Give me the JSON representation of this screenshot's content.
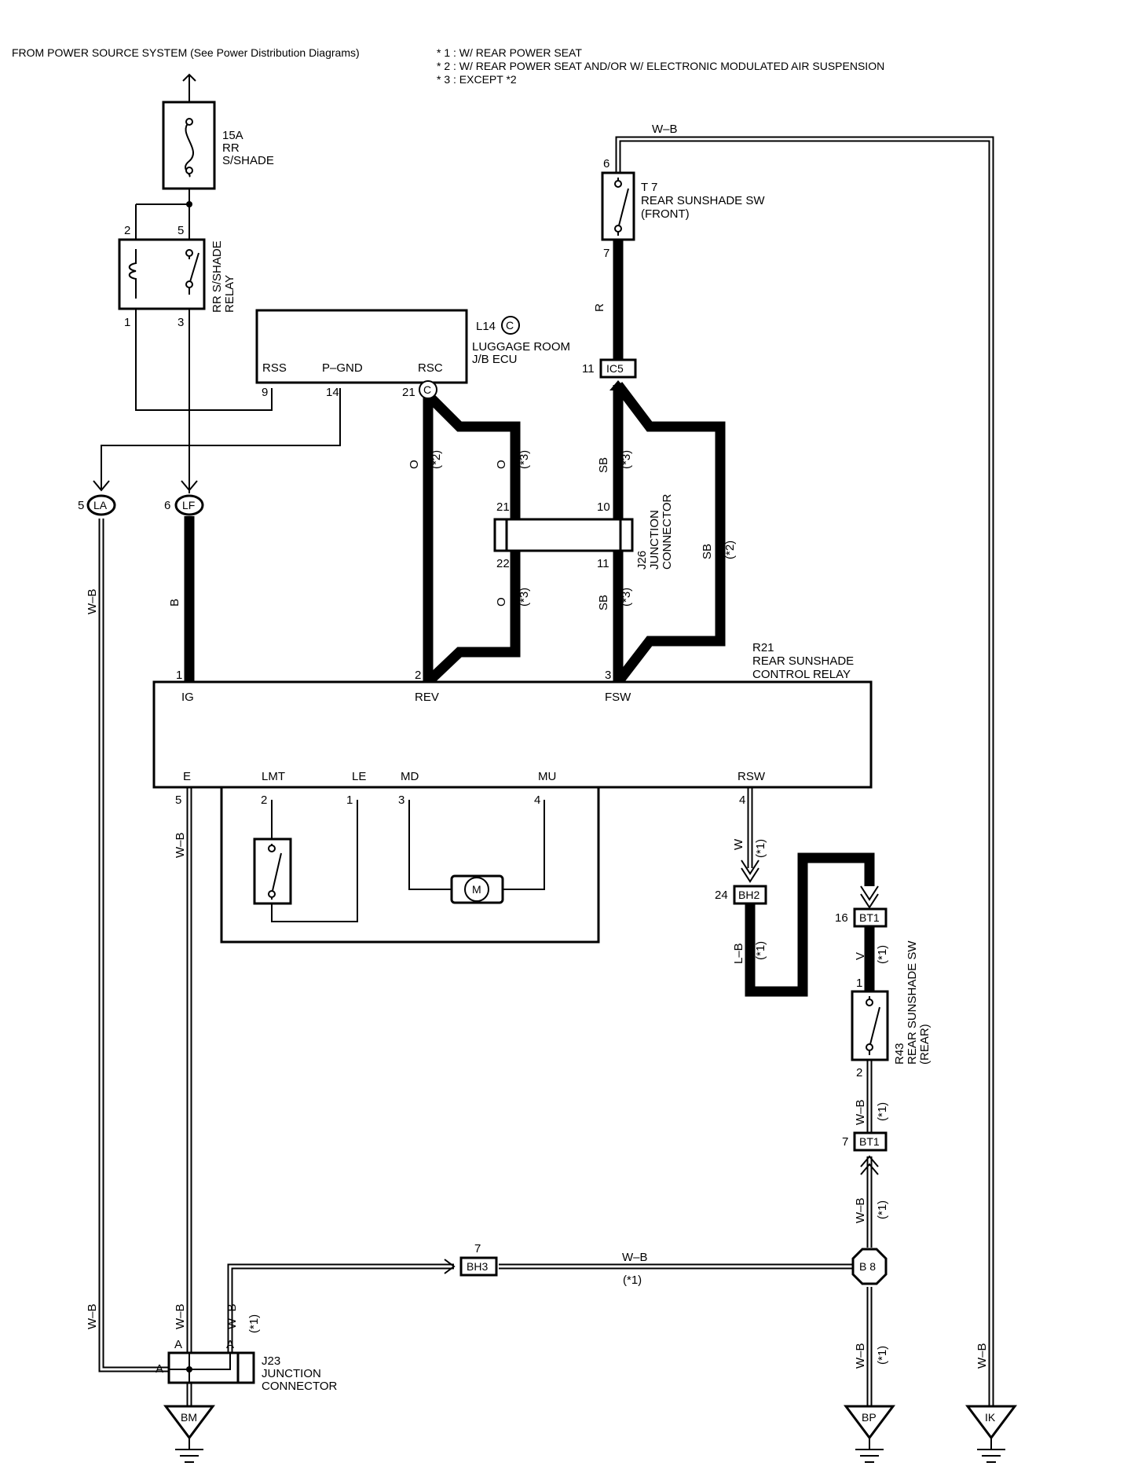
{
  "header": {
    "source": "FROM POWER SOURCE SYSTEM (See Power Distribution Diagrams)",
    "notes": [
      "* 1 : W/ REAR POWER SEAT",
      "* 2 : W/ REAR POWER SEAT AND/OR W/ ELECTRONIC MODULATED AIR SUSPENSION",
      "* 3 : EXCEPT *2"
    ]
  },
  "fuse": {
    "rating": "15A",
    "name_line1": "RR",
    "name_line2": "S/SHADE"
  },
  "relay": {
    "name_line1": "RR S/SHADE",
    "name_line2": "RELAY",
    "pins": [
      "2",
      "5",
      "1",
      "3"
    ]
  },
  "ecu": {
    "code": "L14",
    "connector": "C",
    "name_line1": "LUGGAGE ROOM",
    "name_line2": "J/B ECU",
    "terminals": [
      "RSS",
      "P–GND",
      "RSC"
    ],
    "pins": [
      "9",
      "14",
      "21"
    ]
  },
  "front_switch": {
    "code": "T 7",
    "name_line1": "REAR SUNSHADE SW",
    "name_line2": "(FRONT)",
    "pins": [
      "6",
      "7"
    ]
  },
  "top_wire": {
    "color": "W–B"
  },
  "ic5": {
    "label": "IC5",
    "pin": "11"
  },
  "j26": {
    "code": "J26",
    "name_line1": "JUNCTION",
    "name_line2": "CONNECTOR",
    "pins": [
      "21",
      "10",
      "22",
      "11"
    ]
  },
  "la": {
    "label": "LA",
    "pin": "5"
  },
  "lf": {
    "label": "LF",
    "pin": "6"
  },
  "control_relay": {
    "code": "R21",
    "name_line1": "REAR SUNSHADE",
    "name_line2": "CONTROL RELAY",
    "top_terminals": [
      "IG",
      "REV",
      "FSW"
    ],
    "top_pins": [
      "1",
      "2",
      "3"
    ],
    "bottom_terminals": [
      "E",
      "LMT",
      "LE",
      "MD",
      "MU",
      "RSW"
    ],
    "bottom_pins": [
      "5",
      "2",
      "1",
      "3",
      "4",
      "4"
    ]
  },
  "motor": {
    "symbol": "M"
  },
  "bh2": {
    "label": "BH2",
    "pin": "24"
  },
  "bt1_top": {
    "label": "BT1",
    "pin": "16"
  },
  "bt1_bottom": {
    "label": "BT1",
    "pin": "7"
  },
  "rear_switch": {
    "code": "R43",
    "name_line1": "REAR SUNSHADE SW",
    "name_line2": "(REAR)",
    "pins": [
      "1",
      "2"
    ]
  },
  "bh3": {
    "label": "BH3",
    "pin": "7"
  },
  "b8": {
    "label": "B 8"
  },
  "j23": {
    "code": "J23",
    "name_line1": "JUNCTION",
    "name_line2": "CONNECTOR",
    "pin": "A"
  },
  "grounds": [
    "BM",
    "BP",
    "IK"
  ],
  "wire_colors": {
    "b": "B",
    "r": "R",
    "o": "O",
    "sb": "SB",
    "w": "W",
    "lb": "L–B",
    "v": "V",
    "wb": "W–B"
  },
  "notes_short": {
    "n1": "(*1)",
    "n2": "(*2)",
    "n3": "(*3)"
  }
}
